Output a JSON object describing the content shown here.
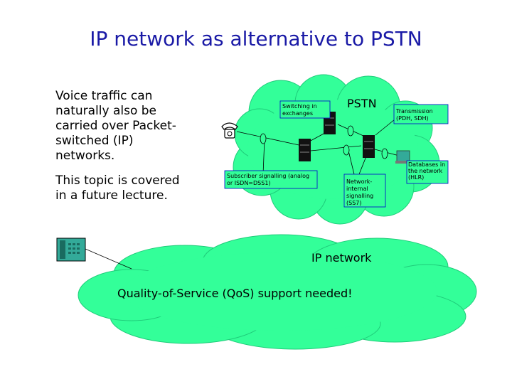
{
  "slide": {
    "title": "IP network as alternative to PSTN",
    "para1": [
      "Voice traffic can",
      "naturally also be",
      "carried over Packet-",
      "switched (IP)",
      "networks."
    ],
    "para2": [
      "This topic is covered",
      "in a future lecture."
    ]
  },
  "diagram": {
    "pstn_label": "PSTN",
    "switching_label": [
      "Switching in",
      "exchanges"
    ],
    "transmission_label": [
      "Transmission",
      "(PDH, SDH)"
    ],
    "databases_label": [
      "Databases in",
      "the network",
      "(HLR)"
    ],
    "subscriber_label": [
      "Subscriber signalling (analog",
      "or ISDN=DSS1)"
    ],
    "network_signalling_label": [
      "Network-",
      "internal",
      "signalling",
      "(SS7)"
    ],
    "ip_label": "IP network",
    "qos_label": "Quality-of-Service (QoS) support needed!"
  },
  "colors": {
    "cloud": "#33ff99",
    "title": "#1a1aa6",
    "callout_border": "#0000cc",
    "database": "#33aa99"
  },
  "icons": [
    "telephone-icon",
    "switch-icon",
    "database-icon",
    "ip-phone-icon"
  ]
}
